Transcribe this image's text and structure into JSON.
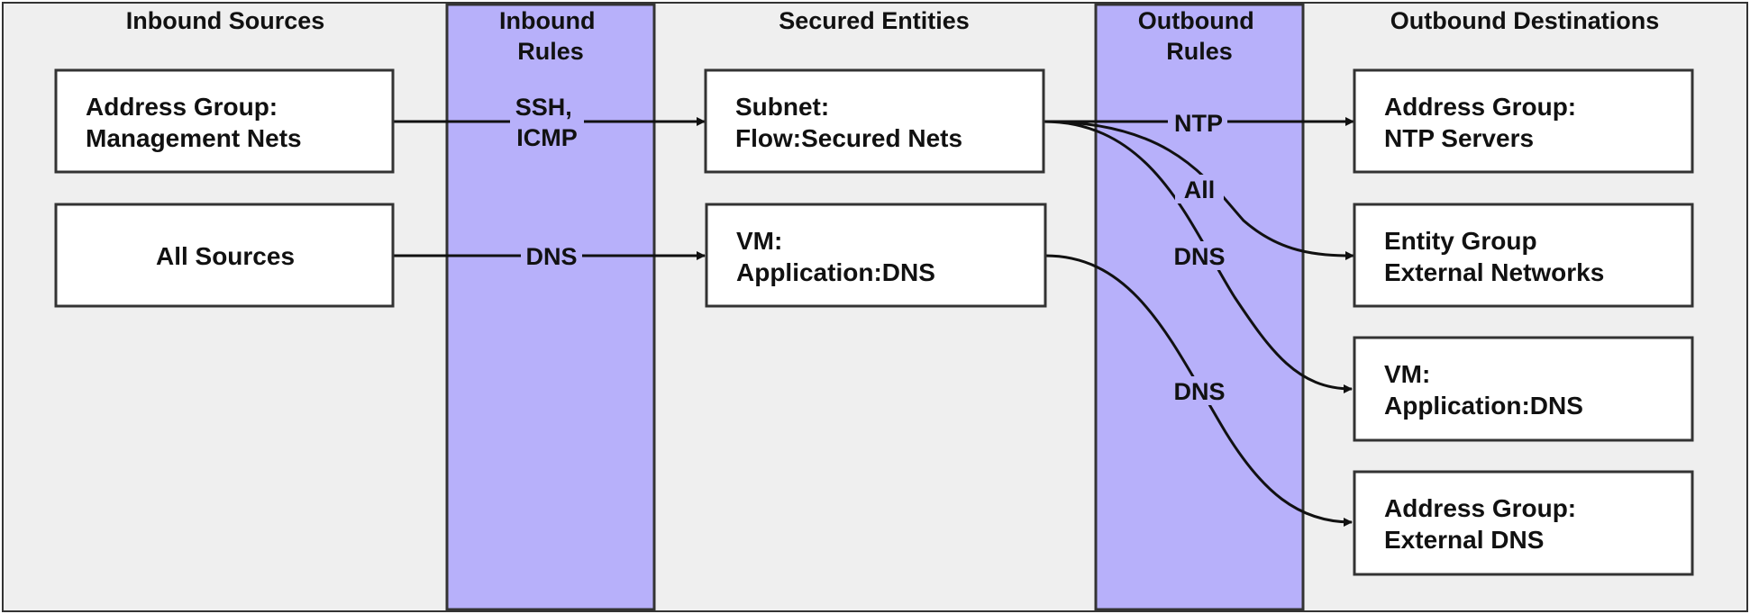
{
  "colors": {
    "background": "#efefef",
    "rule_band": "#b7b0fa",
    "node_fill": "#ffffff",
    "stroke": "#333333"
  },
  "columns": {
    "inbound_sources": "Inbound Sources",
    "inbound_rules": [
      "Inbound",
      "Rules"
    ],
    "secured_entities": "Secured Entities",
    "outbound_rules": [
      "Outbound",
      "Rules"
    ],
    "outbound_destinations": "Outbound Destinations"
  },
  "nodes": {
    "mgmt_nets": [
      "Address Group:",
      "Management Nets"
    ],
    "all_sources": [
      "All Sources"
    ],
    "secured_nets": [
      "Subnet:",
      "Flow:Secured Nets"
    ],
    "app_dns": [
      "VM:",
      "Application:DNS"
    ],
    "ntp_servers": [
      "Address Group:",
      "NTP Servers"
    ],
    "external_networks": [
      "Entity Group",
      "External Networks"
    ],
    "dest_app_dns": [
      "VM:",
      "Application:DNS"
    ],
    "external_dns": [
      "Address Group:",
      "External DNS"
    ]
  },
  "edges": {
    "ssh_icmp": [
      "SSH,",
      "ICMP"
    ],
    "inbound_dns": "DNS",
    "ntp": "NTP",
    "all": "All",
    "dns_to_vm": "DNS",
    "dns_to_external": "DNS"
  },
  "icons": {
    "arrowhead": "arrowhead-icon"
  }
}
